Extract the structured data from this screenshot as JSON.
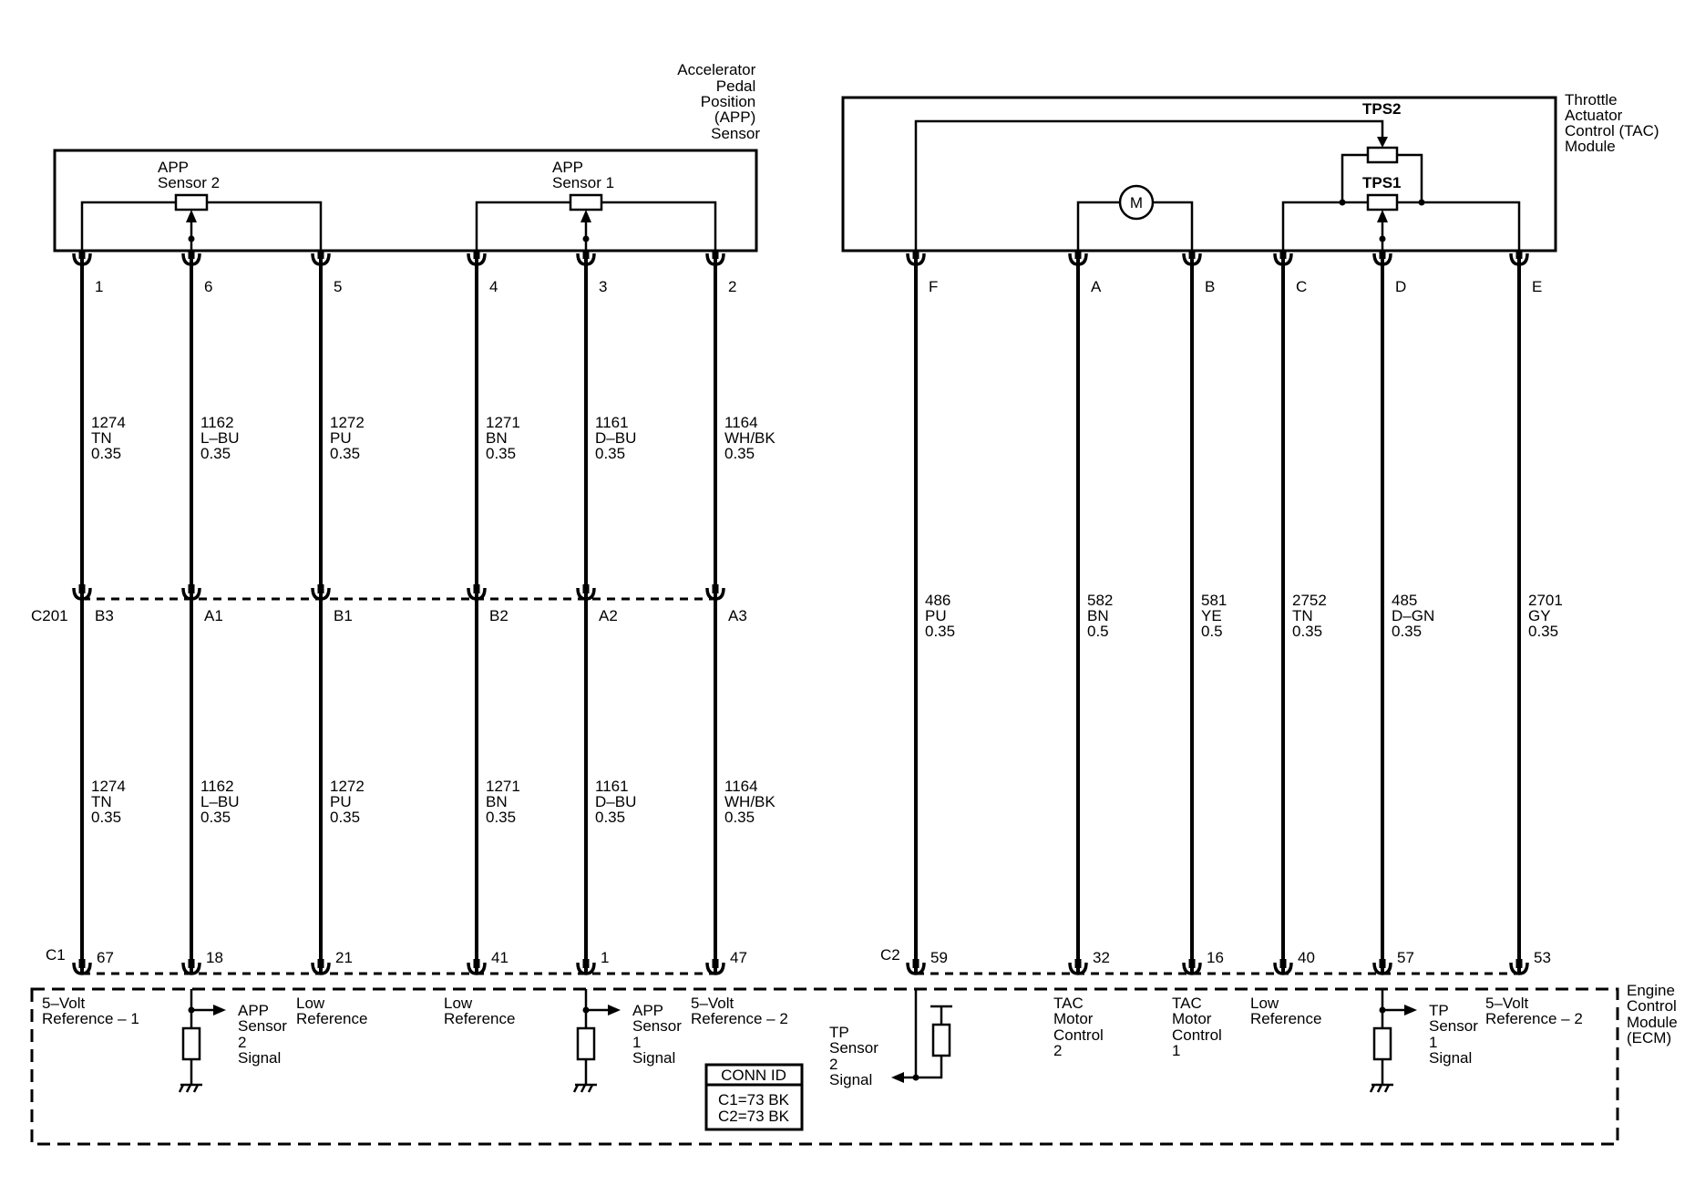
{
  "app_sensor": {
    "title": [
      "Accelerator",
      "Pedal",
      "Position",
      "(APP)",
      "Sensor"
    ],
    "sensor2_label": [
      "APP",
      "Sensor 2"
    ],
    "sensor1_label": [
      "APP",
      "Sensor 1"
    ]
  },
  "tac_module": {
    "title": [
      "Throttle",
      "Actuator",
      "Control (TAC)",
      "Module"
    ],
    "tps1_label": "TPS1",
    "tps2_label": "TPS2",
    "motor_label": "M"
  },
  "ecm": {
    "title": [
      "Engine",
      "Control",
      "Module",
      "(ECM)"
    ]
  },
  "connector_c201": "C201",
  "connector_c1": "C1",
  "connector_c2": "C2",
  "conn_id": {
    "header": "CONN ID",
    "lines": [
      "C1=73 BK",
      "C2=73 BK"
    ]
  },
  "circuits": [
    {
      "top_pin": "1",
      "mid_pin": "B3",
      "ecm_pin": "67",
      "upper": [
        "1274",
        "TN",
        "0.35"
      ],
      "lower": [
        "1274",
        "TN",
        "0.35"
      ],
      "ecm_label": [
        "5–Volt",
        "Reference – 1"
      ]
    },
    {
      "top_pin": "6",
      "mid_pin": "A1",
      "ecm_pin": "18",
      "upper": [
        "1162",
        "L–BU",
        "0.35"
      ],
      "lower": [
        "1162",
        "L–BU",
        "0.35"
      ],
      "ecm_label": [
        "APP",
        "Sensor",
        "2",
        "Signal"
      ]
    },
    {
      "top_pin": "5",
      "mid_pin": "B1",
      "ecm_pin": "21",
      "upper": [
        "1272",
        "PU",
        "0.35"
      ],
      "lower": [
        "1272",
        "PU",
        "0.35"
      ],
      "ecm_label": [
        "Low",
        "Reference"
      ]
    },
    {
      "top_pin": "4",
      "mid_pin": "B2",
      "ecm_pin": "41",
      "upper": [
        "1271",
        "BN",
        "0.35"
      ],
      "lower": [
        "1271",
        "BN",
        "0.35"
      ],
      "ecm_label": [
        "Low",
        "Reference"
      ]
    },
    {
      "top_pin": "3",
      "mid_pin": "A2",
      "ecm_pin": "1",
      "upper": [
        "1161",
        "D–BU",
        "0.35"
      ],
      "lower": [
        "1161",
        "D–BU",
        "0.35"
      ],
      "ecm_label": [
        "APP",
        "Sensor",
        "1",
        "Signal"
      ]
    },
    {
      "top_pin": "2",
      "mid_pin": "A3",
      "ecm_pin": "47",
      "upper": [
        "1164",
        "WH/BK",
        "0.35"
      ],
      "lower": [
        "1164",
        "WH/BK",
        "0.35"
      ],
      "ecm_label": [
        "5–Volt",
        "Reference – 2"
      ]
    },
    {
      "top_pin": "F",
      "ecm_pin": "59",
      "wire": [
        "486",
        "PU",
        "0.35"
      ],
      "ecm_label": [
        "TP",
        "Sensor",
        "2",
        "Signal"
      ]
    },
    {
      "top_pin": "A",
      "ecm_pin": "32",
      "wire": [
        "582",
        "BN",
        "0.5"
      ],
      "ecm_label": [
        "TAC",
        "Motor",
        "Control",
        "2"
      ]
    },
    {
      "top_pin": "B",
      "ecm_pin": "16",
      "wire": [
        "581",
        "YE",
        "0.5"
      ],
      "ecm_label": [
        "TAC",
        "Motor",
        "Control",
        "1"
      ]
    },
    {
      "top_pin": "C",
      "ecm_pin": "40",
      "wire": [
        "2752",
        "TN",
        "0.35"
      ],
      "ecm_label": [
        "Low",
        "Reference"
      ]
    },
    {
      "top_pin": "D",
      "ecm_pin": "57",
      "wire": [
        "485",
        "D–GN",
        "0.35"
      ],
      "ecm_label": [
        "TP",
        "Sensor",
        "1",
        "Signal"
      ]
    },
    {
      "top_pin": "E",
      "ecm_pin": "53",
      "wire": [
        "2701",
        "GY",
        "0.35"
      ],
      "ecm_label": [
        "5–Volt",
        "Reference – 2"
      ]
    }
  ]
}
